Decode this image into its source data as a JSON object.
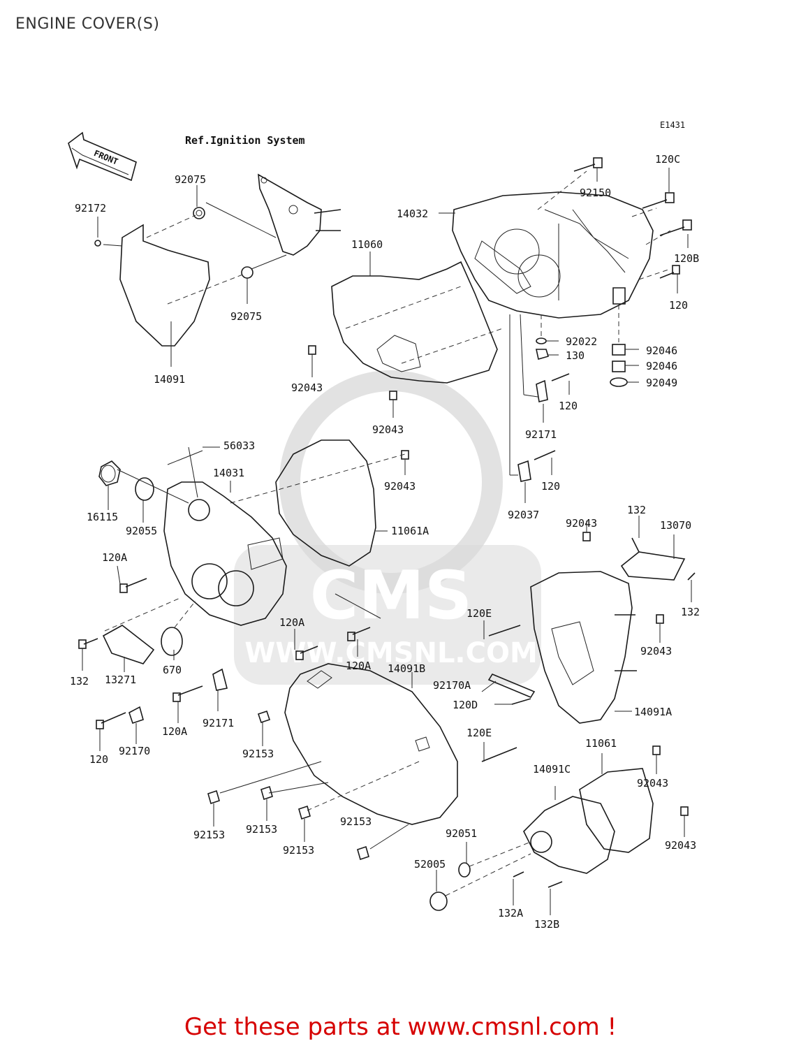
{
  "page": {
    "title": "ENGINE COVER(S)",
    "diagram_code": "E1431",
    "ref_note": "Ref.Ignition System",
    "front_label": "FRONT",
    "footer": "Get these parts at www.cmsnl.com !"
  },
  "watermark": {
    "brand": "CMS",
    "url": "WWW.CMSNL.COM"
  },
  "colors": {
    "footer_text": "#d60000",
    "line_art": "#1a1a1a",
    "watermark": "#d9d9d9"
  },
  "callouts": [
    {
      "id": "92172",
      "text": "92172"
    },
    {
      "id": "92075a",
      "text": "92075"
    },
    {
      "id": "92075b",
      "text": "92075"
    },
    {
      "id": "14091",
      "text": "14091"
    },
    {
      "id": "11060",
      "text": "11060"
    },
    {
      "id": "14032",
      "text": "14032"
    },
    {
      "id": "92150",
      "text": "92150"
    },
    {
      "id": "120C",
      "text": "120C"
    },
    {
      "id": "120B",
      "text": "120B"
    },
    {
      "id": "120a",
      "text": "120"
    },
    {
      "id": "92022",
      "text": "92022"
    },
    {
      "id": "130",
      "text": "130"
    },
    {
      "id": "92046a",
      "text": "92046"
    },
    {
      "id": "92046b",
      "text": "92046"
    },
    {
      "id": "92049",
      "text": "92049"
    },
    {
      "id": "120b",
      "text": "120"
    },
    {
      "id": "92171a",
      "text": "92171"
    },
    {
      "id": "92043a",
      "text": "92043"
    },
    {
      "id": "92043b",
      "text": "92043"
    },
    {
      "id": "56033",
      "text": "56033"
    },
    {
      "id": "14031",
      "text": "14031"
    },
    {
      "id": "92043c",
      "text": "92043"
    },
    {
      "id": "120c",
      "text": "120"
    },
    {
      "id": "92037",
      "text": "92037"
    },
    {
      "id": "16115",
      "text": "16115"
    },
    {
      "id": "92055",
      "text": "92055"
    },
    {
      "id": "11061A",
      "text": "11061A"
    },
    {
      "id": "92043d",
      "text": "92043"
    },
    {
      "id": "132a",
      "text": "132"
    },
    {
      "id": "13070",
      "text": "13070"
    },
    {
      "id": "120A-a",
      "text": "120A"
    },
    {
      "id": "132b",
      "text": "132"
    },
    {
      "id": "120E-a",
      "text": "120E"
    },
    {
      "id": "92043e",
      "text": "92043"
    },
    {
      "id": "120A-b",
      "text": "120A"
    },
    {
      "id": "14091B",
      "text": "14091B"
    },
    {
      "id": "132c",
      "text": "132"
    },
    {
      "id": "13271",
      "text": "13271"
    },
    {
      "id": "670",
      "text": "670"
    },
    {
      "id": "120A-c",
      "text": "120A"
    },
    {
      "id": "92170A",
      "text": "92170A"
    },
    {
      "id": "120D",
      "text": "120D"
    },
    {
      "id": "14091A",
      "text": "14091A"
    },
    {
      "id": "120A-d",
      "text": "120A"
    },
    {
      "id": "92171b",
      "text": "92171"
    },
    {
      "id": "120d",
      "text": "120"
    },
    {
      "id": "92170",
      "text": "92170"
    },
    {
      "id": "92153a",
      "text": "92153"
    },
    {
      "id": "120E-b",
      "text": "120E"
    },
    {
      "id": "11061",
      "text": "11061"
    },
    {
      "id": "14091C",
      "text": "14091C"
    },
    {
      "id": "92043f",
      "text": "92043"
    },
    {
      "id": "92153b",
      "text": "92153"
    },
    {
      "id": "92153c",
      "text": "92153"
    },
    {
      "id": "92153d",
      "text": "92153"
    },
    {
      "id": "92153e",
      "text": "92153"
    },
    {
      "id": "92051",
      "text": "92051"
    },
    {
      "id": "52005",
      "text": "52005"
    },
    {
      "id": "92043g",
      "text": "92043"
    },
    {
      "id": "132A",
      "text": "132A"
    },
    {
      "id": "132B",
      "text": "132B"
    }
  ]
}
